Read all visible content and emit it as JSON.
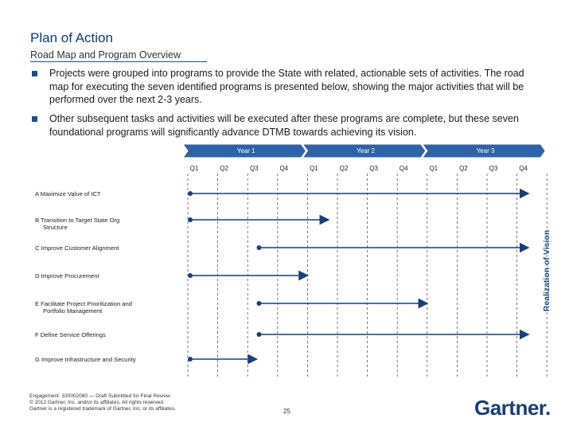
{
  "slide": {
    "title": "Plan of Action",
    "subtitle": "Road Map and Program Overview",
    "bullets": [
      "Projects were grouped into programs to provide the State with related, actionable sets of activities. The road map for executing the seven identified programs is presented below, showing the major activities that will be performed over the next 2-3 years.",
      "Other subsequent tasks and activities will be executed after these programs are complete, but these seven foundational programs will significantly advance DTMB towards achieving its vision."
    ],
    "footer": [
      "Engagement: 330002080 — Draft Submitted for Final Review",
      "© 2012 Gartner, Inc. and/or its affiliates. All rights reserved.",
      "Gartner is a registered trademark of Gartner, Inc. or its affiliates."
    ],
    "page_number": "25",
    "logo_text": "Gartner",
    "logo_dot": "."
  },
  "roadmap": {
    "years": [
      "Year 1",
      "Year 2",
      "Year 3"
    ],
    "quarters": [
      "Q1",
      "Q2",
      "Q3",
      "Q4",
      "Q1",
      "Q2",
      "Q3",
      "Q4",
      "Q1",
      "Q2",
      "Q3",
      "Q4"
    ],
    "side_label": "Realization of Vision",
    "programs": [
      {
        "label": "A  Maximize Value of ICT",
        "start": 0,
        "end": 12
      },
      {
        "label": "B  Transition to Target State Org Structure",
        "start": 0,
        "end": 4.7
      },
      {
        "label": "C  Improve Customer Alignment",
        "start": 2.3,
        "end": 12
      },
      {
        "label": "D  Improve Procurement",
        "start": 0,
        "end": 4
      },
      {
        "label": "E  Facilitate Project Prioritization and Portfolio Management",
        "start": 2.3,
        "end": 8
      },
      {
        "label": "F  Define Service Offerings",
        "start": 2.3,
        "end": 12
      },
      {
        "label": "G  Improve Infrastructure and Security",
        "start": 0,
        "end": 2.3
      }
    ],
    "colors": {
      "accent": "#1a4f8c",
      "year_fill": "#2d64a8",
      "bar": "#1a3d7c",
      "grid": "#555555"
    }
  }
}
